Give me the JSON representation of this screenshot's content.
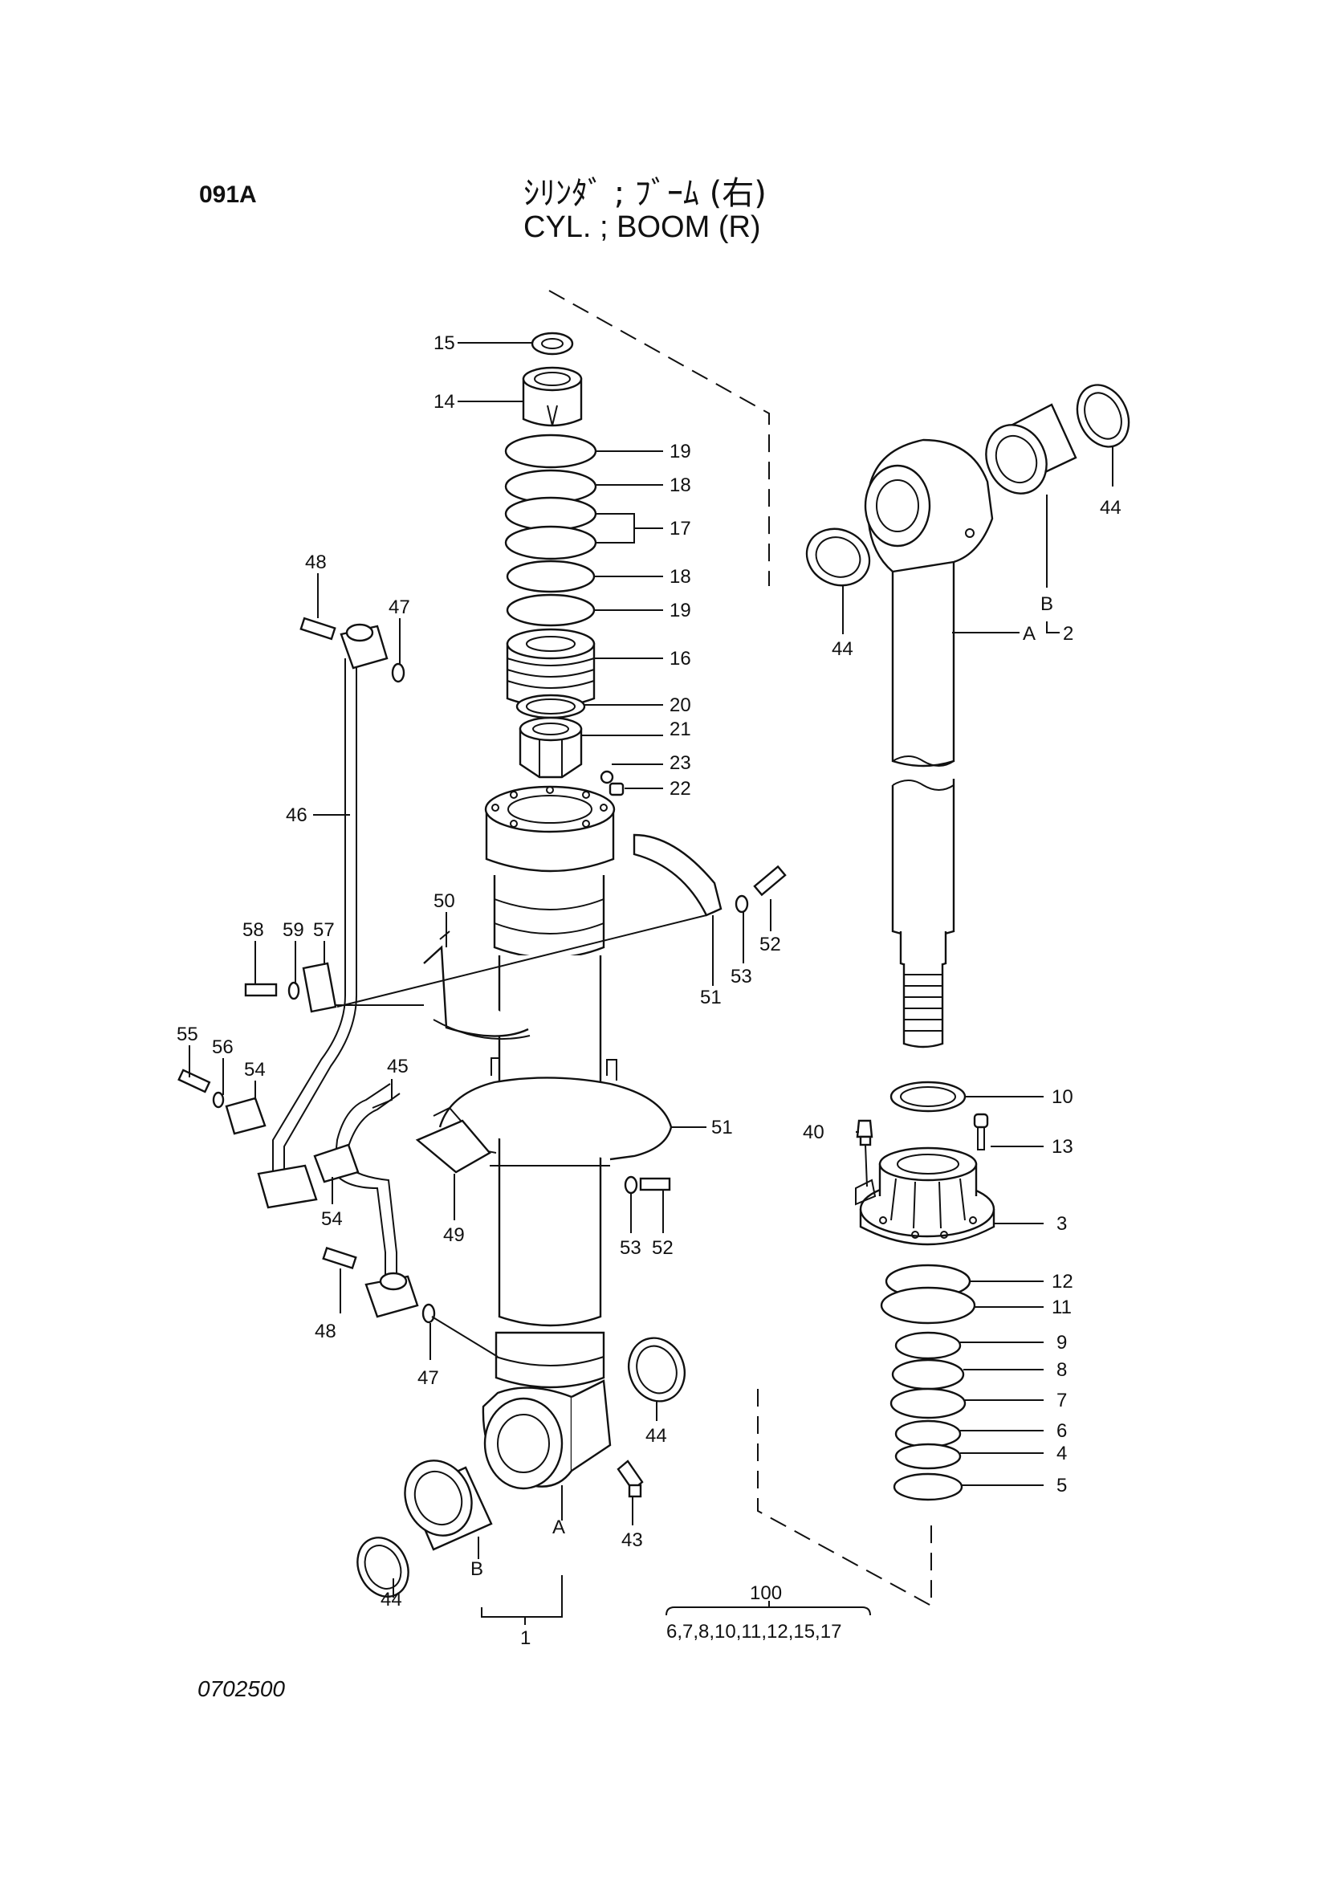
{
  "header": {
    "page_code": "091A",
    "title_jp": "ｼﾘﾝﾀﾞ ; ﾌﾞｰﾑ (右)",
    "title_en": "CYL. ; BOOM (R)"
  },
  "footer": {
    "drawing_number": "0702500"
  },
  "callouts": {
    "c15": "15",
    "c14": "14",
    "c19a": "19",
    "c18a": "18",
    "c17": "17",
    "c18b": "18",
    "c19b": "19",
    "c16": "16",
    "c20": "20",
    "c21": "21",
    "c23": "23",
    "c22": "22",
    "c48a": "48",
    "c47a": "47",
    "c46": "46",
    "c50": "50",
    "c58": "58",
    "c59": "59",
    "c57": "57",
    "c52a": "52",
    "c53a": "53",
    "c51a": "51",
    "c55": "55",
    "c56": "56",
    "c54a": "54",
    "c45": "45",
    "c51b": "51",
    "c54b": "54",
    "c49": "49",
    "c53b": "53",
    "c52b": "52",
    "c48b": "48",
    "c47b": "47",
    "c44c": "44",
    "c43": "43",
    "c44d": "44",
    "c1": "1",
    "cAa": "A",
    "cBa": "B",
    "c44a": "44",
    "c44b": "44",
    "cBb": "B",
    "cAb": "A",
    "c2": "2",
    "c10": "10",
    "c40": "40",
    "c13": "13",
    "c3": "3",
    "c12": "12",
    "c11": "11",
    "c9": "9",
    "c8": "8",
    "c7": "7",
    "c6": "6",
    "c4": "4",
    "c5": "5"
  },
  "kit": {
    "number": "100",
    "contents": "6,7,8,10,11,12,15,17"
  }
}
